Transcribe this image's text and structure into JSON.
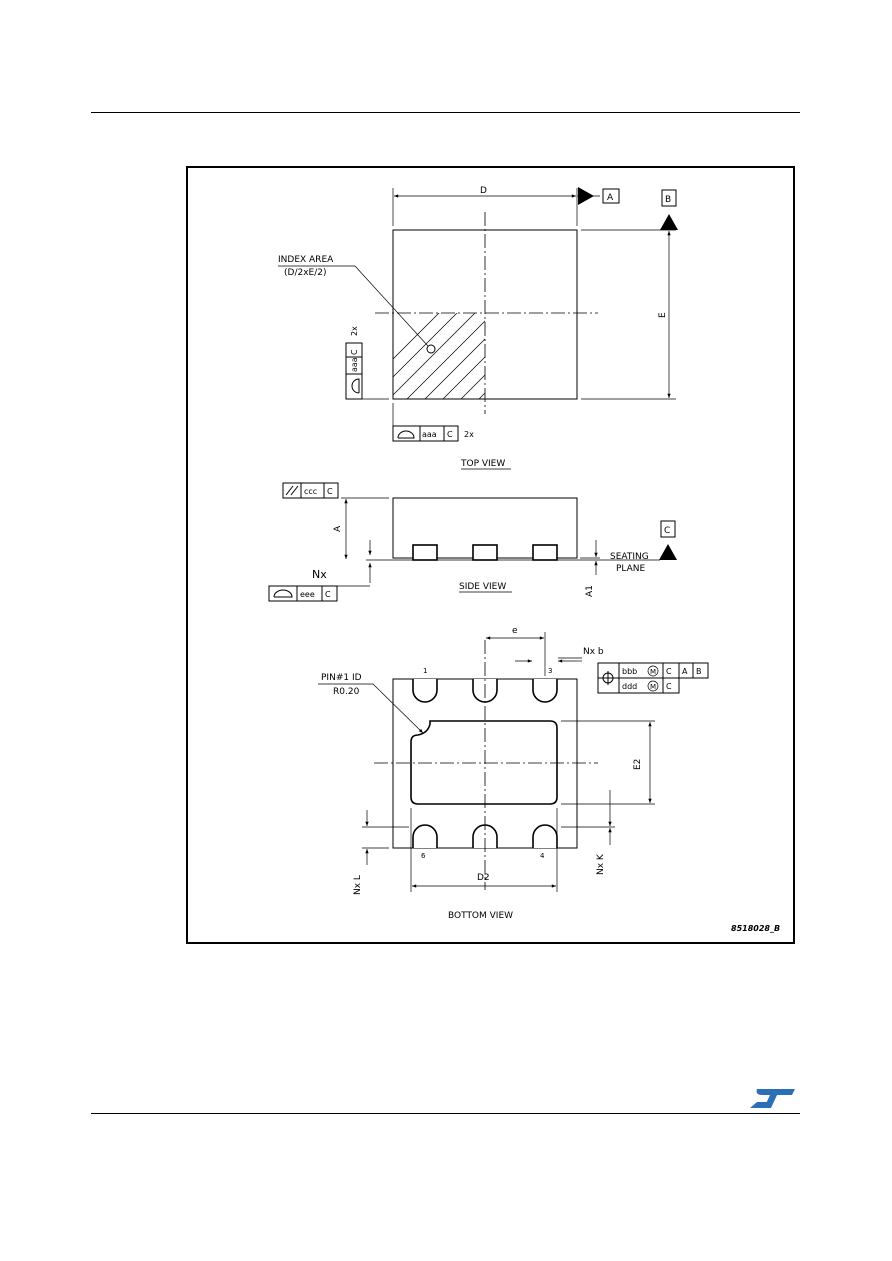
{
  "labels": {
    "index_area_line1": "INDEX AREA",
    "index_area_line2": "(D/2xE/2)",
    "dim_D": "D",
    "dim_E": "E",
    "dim_A": "A",
    "dim_A1": "A1",
    "dim_e": "e",
    "dim_E2": "E2",
    "dim_D2": "D2",
    "dim_NxL": "Nx L",
    "dim_NxK": "Nx K",
    "dim_Nxb": "Nx b",
    "dim_Nx": "Nx",
    "two_x_left": "2x",
    "two_x_bottom": "2x",
    "datum_A": "A",
    "datum_B": "B",
    "datum_C": "C",
    "top_view": "TOP VIEW",
    "side_view": "SIDE VIEW",
    "bottom_view": "BOTTOM VIEW",
    "seating_line1": "SEATING",
    "seating_line2": "PLANE",
    "pin1_line1": "PIN#1 ID",
    "pin1_line2": "R0.20",
    "pin_1": "1",
    "pin_3": "3",
    "pin_4": "4",
    "pin_6": "6",
    "drawing_code": "8518028_B"
  },
  "gdt": {
    "aaa": "aaa",
    "ccc": "ccc",
    "eee": "eee",
    "bbb": "bbb",
    "ddd": "ddd",
    "M": "M",
    "C": "C",
    "A": "A",
    "B": "B"
  },
  "logo": "ST"
}
